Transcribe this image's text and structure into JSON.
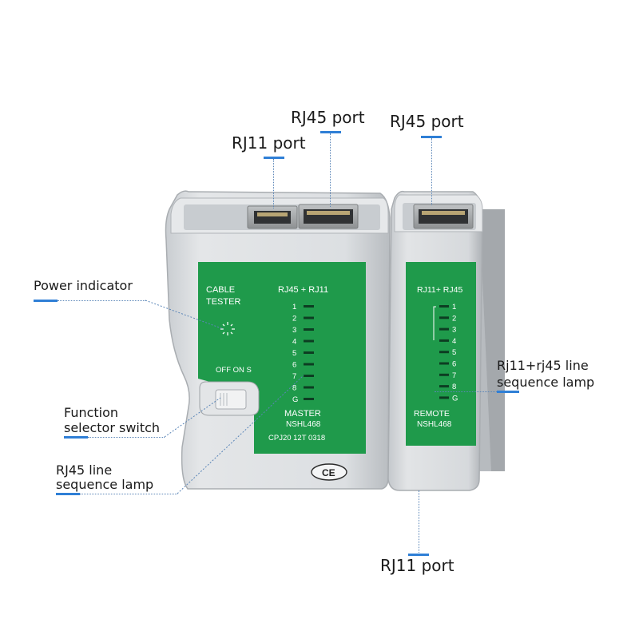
{
  "callouts": {
    "rj45_port_left": "RJ45 port",
    "rj45_port_right": "RJ45 port",
    "rj11_port_top": "RJ11 port",
    "power_indicator": "Power indicator",
    "function_selector_line1": "Function",
    "function_selector_line2": "selector switch",
    "rj45_lamp_line1": "RJ45 line",
    "rj45_lamp_line2": "sequence lamp",
    "seq_lamp_line1": "Rj11+rj45 line",
    "seq_lamp_line2": "sequence lamp",
    "rj11_port_bottom": "RJ11 port"
  },
  "master_unit": {
    "title_line1": "CABLE",
    "title_line2": "TESTER",
    "header": "RJ45 + RJ11",
    "switch_labels": "OFF ON  S",
    "led_labels": [
      "1",
      "2",
      "3",
      "4",
      "5",
      "6",
      "7",
      "8",
      "G"
    ],
    "model_line1": "MASTER",
    "model_line2": "NSHL468",
    "code": "CPJ20 12T 0318",
    "ce_mark": "CE"
  },
  "remote_unit": {
    "header": "RJ11+ RJ45",
    "led_labels": [
      "1",
      "2",
      "3",
      "4",
      "5",
      "6",
      "7",
      "8",
      "G"
    ],
    "model_line1": "REMOTE",
    "model_line2": "NSHL468"
  },
  "colors": {
    "panel_green": "#1f9a4b",
    "body_grey": "#d9dcdf",
    "accent_blue": "#2f7fd6"
  }
}
